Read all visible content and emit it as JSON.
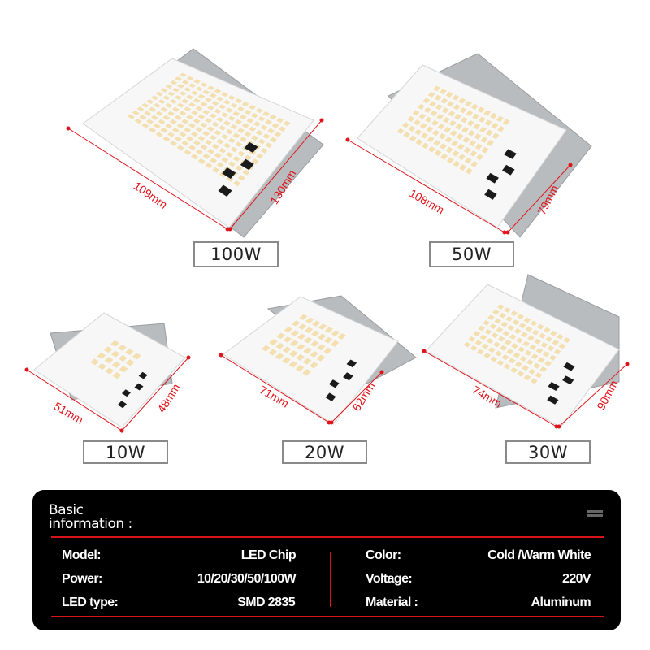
{
  "products": [
    {
      "wattage": "100W",
      "width": "109mm",
      "length": "130mm"
    },
    {
      "wattage": "50W",
      "width": "108mm",
      "length": "79mm"
    },
    {
      "wattage": "10W",
      "width": "51mm",
      "length": "48mm"
    },
    {
      "wattage": "20W",
      "width": "71mm",
      "length": "62mm"
    },
    {
      "wattage": "30W",
      "width": "74mm",
      "length": "90mm"
    }
  ],
  "info": {
    "title_line1": "Basic",
    "title_line2": "information :",
    "left": [
      {
        "label": "Model:",
        "value": "LED Chip"
      },
      {
        "label": "Power:",
        "value": "10/20/30/50/100W"
      },
      {
        "label": "LED type:",
        "value": "SMD 2835"
      }
    ],
    "right": [
      {
        "label": "Color:",
        "value": "Cold /Warm White"
      },
      {
        "label": "Voltage:",
        "value": "220V"
      },
      {
        "label": "Material :",
        "value": "Aluminum"
      }
    ]
  },
  "colors": {
    "accent": "#d81418",
    "dimension": "#e0141b",
    "led": "#f3dfb0",
    "panel": "#000000"
  }
}
